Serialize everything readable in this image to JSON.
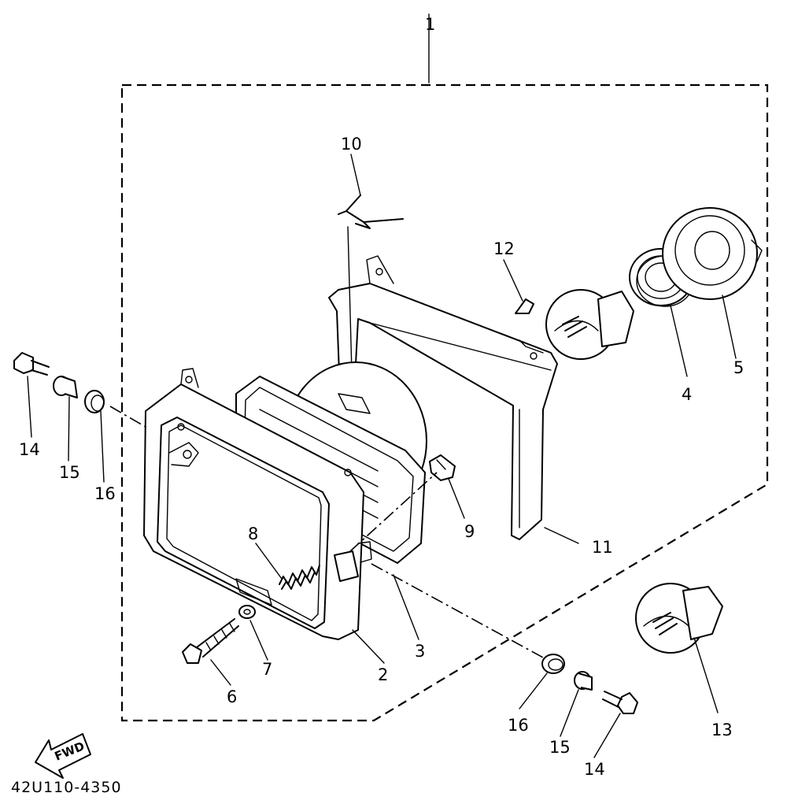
{
  "callouts": {
    "c1": "1",
    "c2": "2",
    "c3": "3",
    "c4": "4",
    "c5": "5",
    "c6": "6",
    "c7": "7",
    "c8": "8",
    "c9": "9",
    "c10": "10",
    "c11": "11",
    "c12": "12",
    "c13": "13",
    "c14_left": "14",
    "c15_left": "15",
    "c16_left": "16",
    "c16_right": "16",
    "c15_right": "15",
    "c14_right": "14"
  },
  "fwd_label": "FWD",
  "diagram_code": "42U110-4350"
}
